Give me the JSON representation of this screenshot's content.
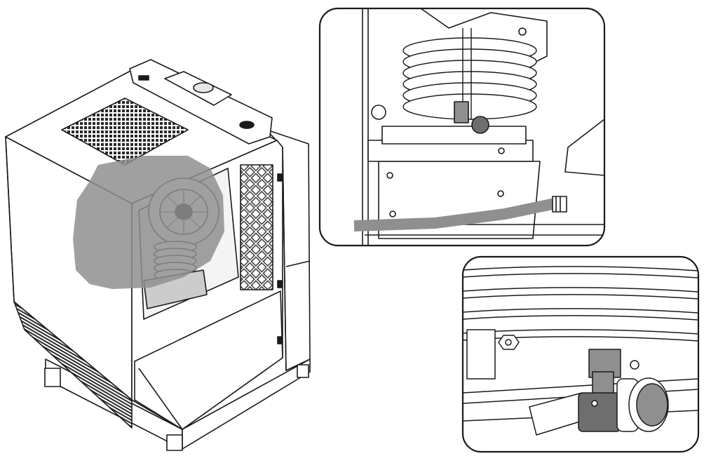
{
  "figure": {
    "type": "technical-illustration",
    "views": [
      {
        "id": "main-view",
        "subject": "compressor-cabinet-cutaway"
      },
      {
        "id": "detail-view-1",
        "subject": "cooling-coil-and-drain-hose"
      },
      {
        "id": "detail-view-2",
        "subject": "drain-valve-closeup"
      }
    ]
  },
  "colors": {
    "line": "#1a1a1a",
    "highlight": "#8f8f8f",
    "highlight_dark": "#6e6e6e",
    "panel_fill": "#ffffff",
    "shade": "#e6e6e6",
    "background": "#ffffff"
  }
}
